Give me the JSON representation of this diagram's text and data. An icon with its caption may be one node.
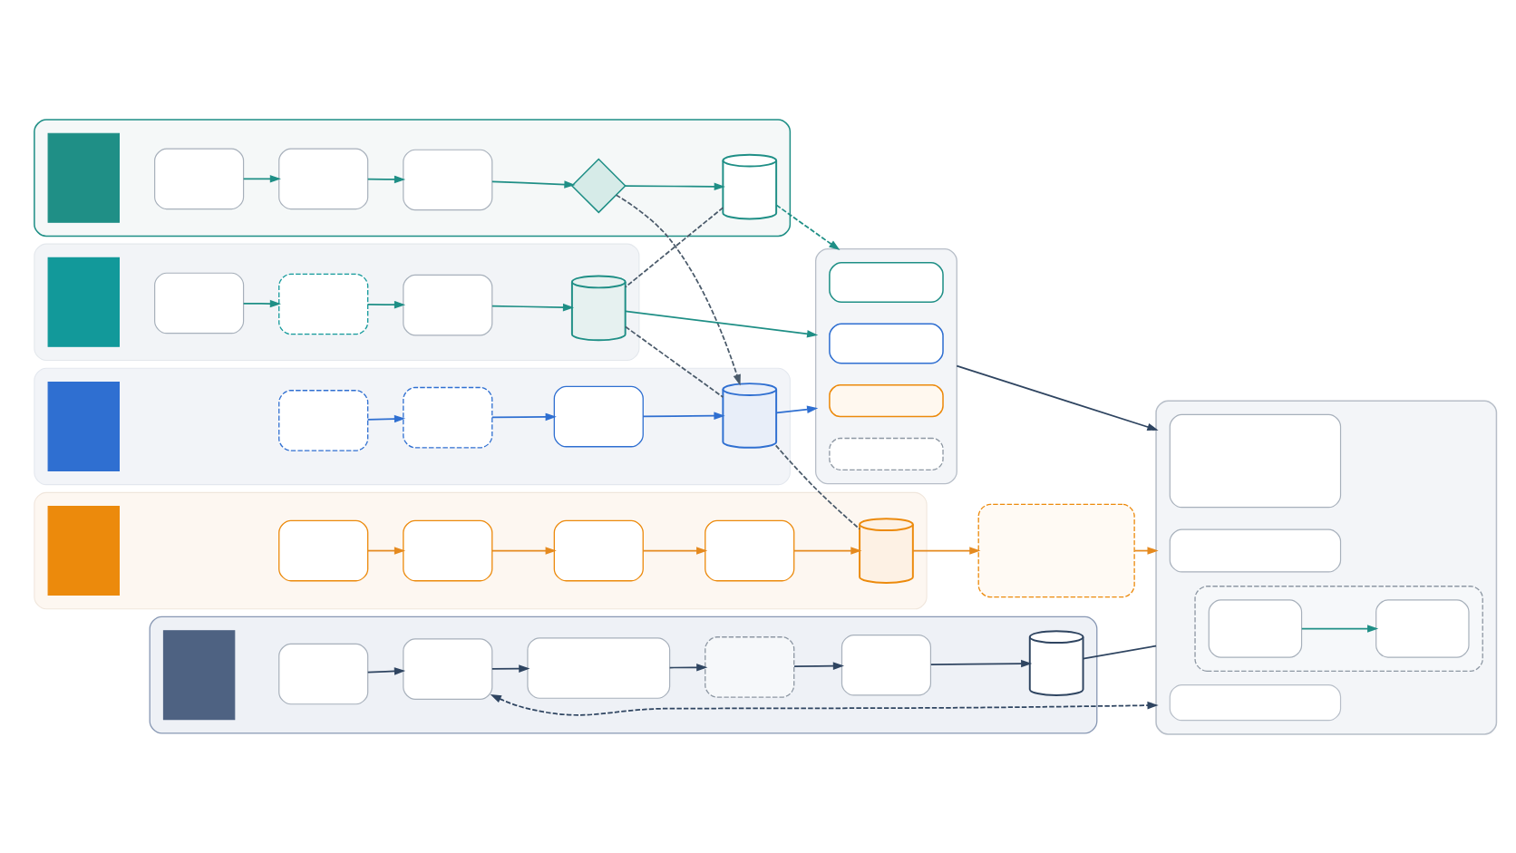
{
  "diagram": {
    "nodes": [
      {
        "text": [],
        "shape": "box"
      },
      {
        "text": [],
        "shape": "box",
        "in": 0
      },
      {
        "text": [],
        "shape": "box",
        "in": 0
      },
      {
        "text": [],
        "shape": "box",
        "in": 0
      },
      {
        "text": [],
        "shape": "box",
        "in": 0
      },
      {
        "text": [],
        "shape": "diamond",
        "in": 0
      },
      {
        "text": [],
        "shape": "cylinder",
        "in": 0
      },
      {
        "text": [],
        "shape": "box"
      },
      {
        "text": [],
        "shape": "box",
        "in": 7
      },
      {
        "text": [],
        "shape": "box",
        "in": 7
      },
      {
        "text": [],
        "shape": "box",
        "in": 7
      },
      {
        "text": [],
        "shape": "box",
        "in": 7
      },
      {
        "text": [],
        "shape": "cylinder",
        "in": 7
      },
      {
        "text": [],
        "shape": "box"
      },
      {
        "text": [],
        "shape": "box",
        "in": 13
      },
      {
        "text": [],
        "shape": "box",
        "in": 13
      },
      {
        "text": [],
        "shape": "box",
        "in": 13
      },
      {
        "text": [],
        "shape": "box",
        "in": 13
      },
      {
        "text": [],
        "shape": "cylinder",
        "in": 13
      },
      {
        "text": [],
        "shape": "box"
      },
      {
        "text": [],
        "shape": "box",
        "in": 19
      },
      {
        "text": [],
        "shape": "box",
        "in": 19
      },
      {
        "text": [],
        "shape": "box",
        "in": 19
      },
      {
        "text": [],
        "shape": "box",
        "in": 19
      },
      {
        "text": [],
        "shape": "box",
        "in": 19
      },
      {
        "text": [],
        "shape": "cylinder",
        "in": 19
      },
      {
        "text": [],
        "shape": "box"
      },
      {
        "text": [],
        "shape": "box",
        "in": 26
      },
      {
        "text": [],
        "shape": "box",
        "in": 26
      },
      {
        "text": [],
        "shape": "box",
        "in": 26
      },
      {
        "text": [],
        "shape": "box",
        "in": 26
      },
      {
        "text": [],
        "shape": "box"
      },
      {
        "text": [],
        "shape": "box"
      },
      {
        "text": [],
        "shape": "box",
        "in": 32
      },
      {
        "text": [],
        "shape": "box",
        "in": 32
      },
      {
        "text": [],
        "shape": "box",
        "in": 34
      },
      {
        "text": [],
        "shape": "box",
        "in": 34
      },
      {
        "text": [],
        "shape": "box",
        "in": 32
      },
      {
        "text": [],
        "shape": "box",
        "in": 32
      },
      {
        "text": [],
        "shape": "box"
      },
      {
        "text": [],
        "shape": "box",
        "in": 39
      },
      {
        "text": [],
        "shape": "box",
        "in": 39
      },
      {
        "text": [],
        "shape": "box",
        "in": 39
      },
      {
        "text": [],
        "shape": "box",
        "in": 39
      },
      {
        "text": [],
        "shape": "box",
        "in": 39
      },
      {
        "text": [],
        "shape": "box",
        "in": 39
      },
      {
        "text": [],
        "shape": "cylinder",
        "in": 39
      }
    ],
    "edges": [
      {
        "from": 2,
        "to": 3,
        "arrow": "to",
        "color": "#1f8f86"
      },
      {
        "from": 3,
        "to": 4,
        "arrow": "to",
        "color": "#1f8f86"
      },
      {
        "from": 4,
        "to": 5,
        "arrow": "to",
        "color": "#1f8f86"
      },
      {
        "from": 5,
        "to": 6,
        "arrow": "to",
        "color": "#1f8f86"
      },
      {
        "from": 6,
        "to": 26,
        "arrow": "to",
        "style": "dashed",
        "color": "#1f8f86"
      },
      {
        "from": 5,
        "to": 18,
        "arrow": "to",
        "style": "dashed",
        "color": "#4a5a6a"
      },
      {
        "from": 6,
        "to": 12,
        "arrow": "none",
        "style": "dashed",
        "color": "#4a5a6a"
      },
      {
        "from": 9,
        "to": 10,
        "arrow": "to",
        "color": "#1f8f86"
      },
      {
        "from": 10,
        "to": 11,
        "arrow": "to",
        "color": "#1f8f86"
      },
      {
        "from": 11,
        "to": 12,
        "arrow": "to",
        "color": "#1f8f86"
      },
      {
        "from": 12,
        "to": 26,
        "arrow": "to",
        "color": "#1f8f86"
      },
      {
        "from": 12,
        "to": 18,
        "arrow": "none",
        "style": "dashed",
        "color": "#4a5a6a"
      },
      {
        "from": 15,
        "to": 16,
        "arrow": "to",
        "color": "#2f6fd1"
      },
      {
        "from": 16,
        "to": 17,
        "arrow": "to",
        "color": "#2f6fd1"
      },
      {
        "from": 17,
        "to": 18,
        "arrow": "to",
        "color": "#2f6fd1"
      },
      {
        "from": 18,
        "to": 26,
        "arrow": "to",
        "color": "#2f6fd1"
      },
      {
        "from": 18,
        "to": 25,
        "arrow": "none",
        "style": "dashed",
        "color": "#4a5a6a"
      },
      {
        "from": 21,
        "to": 22,
        "arrow": "to",
        "color": "#e58a1f"
      },
      {
        "from": 22,
        "to": 23,
        "arrow": "to",
        "color": "#e58a1f"
      },
      {
        "from": 23,
        "to": 24,
        "arrow": "to",
        "color": "#e58a1f"
      },
      {
        "from": 24,
        "to": 25,
        "arrow": "to",
        "color": "#e58a1f"
      },
      {
        "from": 25,
        "to": 31,
        "arrow": "to",
        "color": "#e58a1f"
      },
      {
        "from": 31,
        "to": 32,
        "arrow": "to",
        "color": "#e58a1f"
      },
      {
        "from": 26,
        "to": 32,
        "arrow": "to",
        "color": "#2f4561"
      },
      {
        "from": 35,
        "to": 36,
        "arrow": "to",
        "color": "#1f8f86"
      },
      {
        "from": 41,
        "to": 42,
        "arrow": "to",
        "color": "#2f4561"
      },
      {
        "from": 42,
        "to": 43,
        "arrow": "to",
        "color": "#2f4561"
      },
      {
        "from": 43,
        "to": 44,
        "arrow": "to",
        "color": "#2f4561"
      },
      {
        "from": 44,
        "to": 45,
        "arrow": "to",
        "color": "#2f4561"
      },
      {
        "from": 45,
        "to": 46,
        "arrow": "to",
        "color": "#2f4561"
      },
      {
        "from": 46,
        "to": 32,
        "arrow": "none",
        "color": "#2f4561"
      },
      {
        "from": 42,
        "to": 32,
        "arrow": "both",
        "style": "dashed",
        "color": "#2f4561"
      }
    ]
  }
}
